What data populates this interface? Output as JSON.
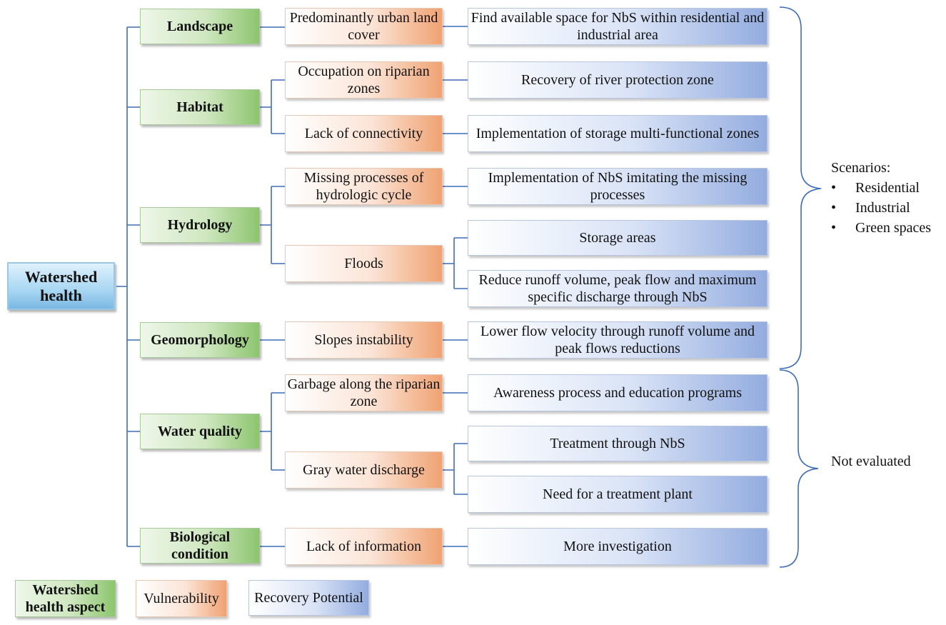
{
  "root": "Watershed health",
  "aspects": [
    "Landscape",
    "Habitat",
    "Hydrology",
    "Geomorphology",
    "Water quality",
    "Biological condition"
  ],
  "vulnerabilities": [
    "Predominantly urban land cover",
    "Occupation on riparian zones",
    "Lack of connectivity",
    "Missing processes of hydrologic cycle",
    "Floods",
    "Slopes instability",
    "Garbage along the riparian zone",
    "Gray water discharge",
    "Lack of information"
  ],
  "recovery": [
    "Find available space for NbS within residential and industrial area",
    "Recovery of river protection zone",
    "Implementation of storage multi-functional zones",
    "Implementation of NbS imitating the missing processes",
    "Storage areas",
    "Reduce runoff volume, peak flow and maximum specific discharge through NbS",
    "Lower flow velocity through runoff volume and peak flows reductions",
    "Awareness process and education programs",
    "Treatment through NbS",
    "Need for a treatment plant",
    "More investigation"
  ],
  "scenarios": {
    "title": "Scenarios:",
    "bullet": "•",
    "items": [
      "Residential",
      "Industrial",
      "Green spaces"
    ]
  },
  "not_evaluated": "Not evaluated",
  "legend": {
    "aspect": "Watershed health aspect",
    "vulnerability": "Vulnerability",
    "recovery": "Recovery Potential"
  },
  "colors": {
    "line": "#3f6db5",
    "aspect": "#8cc56e",
    "vulnerability": "#f0a272",
    "recovery": "#93acdf",
    "root": "#7ab8e2"
  }
}
